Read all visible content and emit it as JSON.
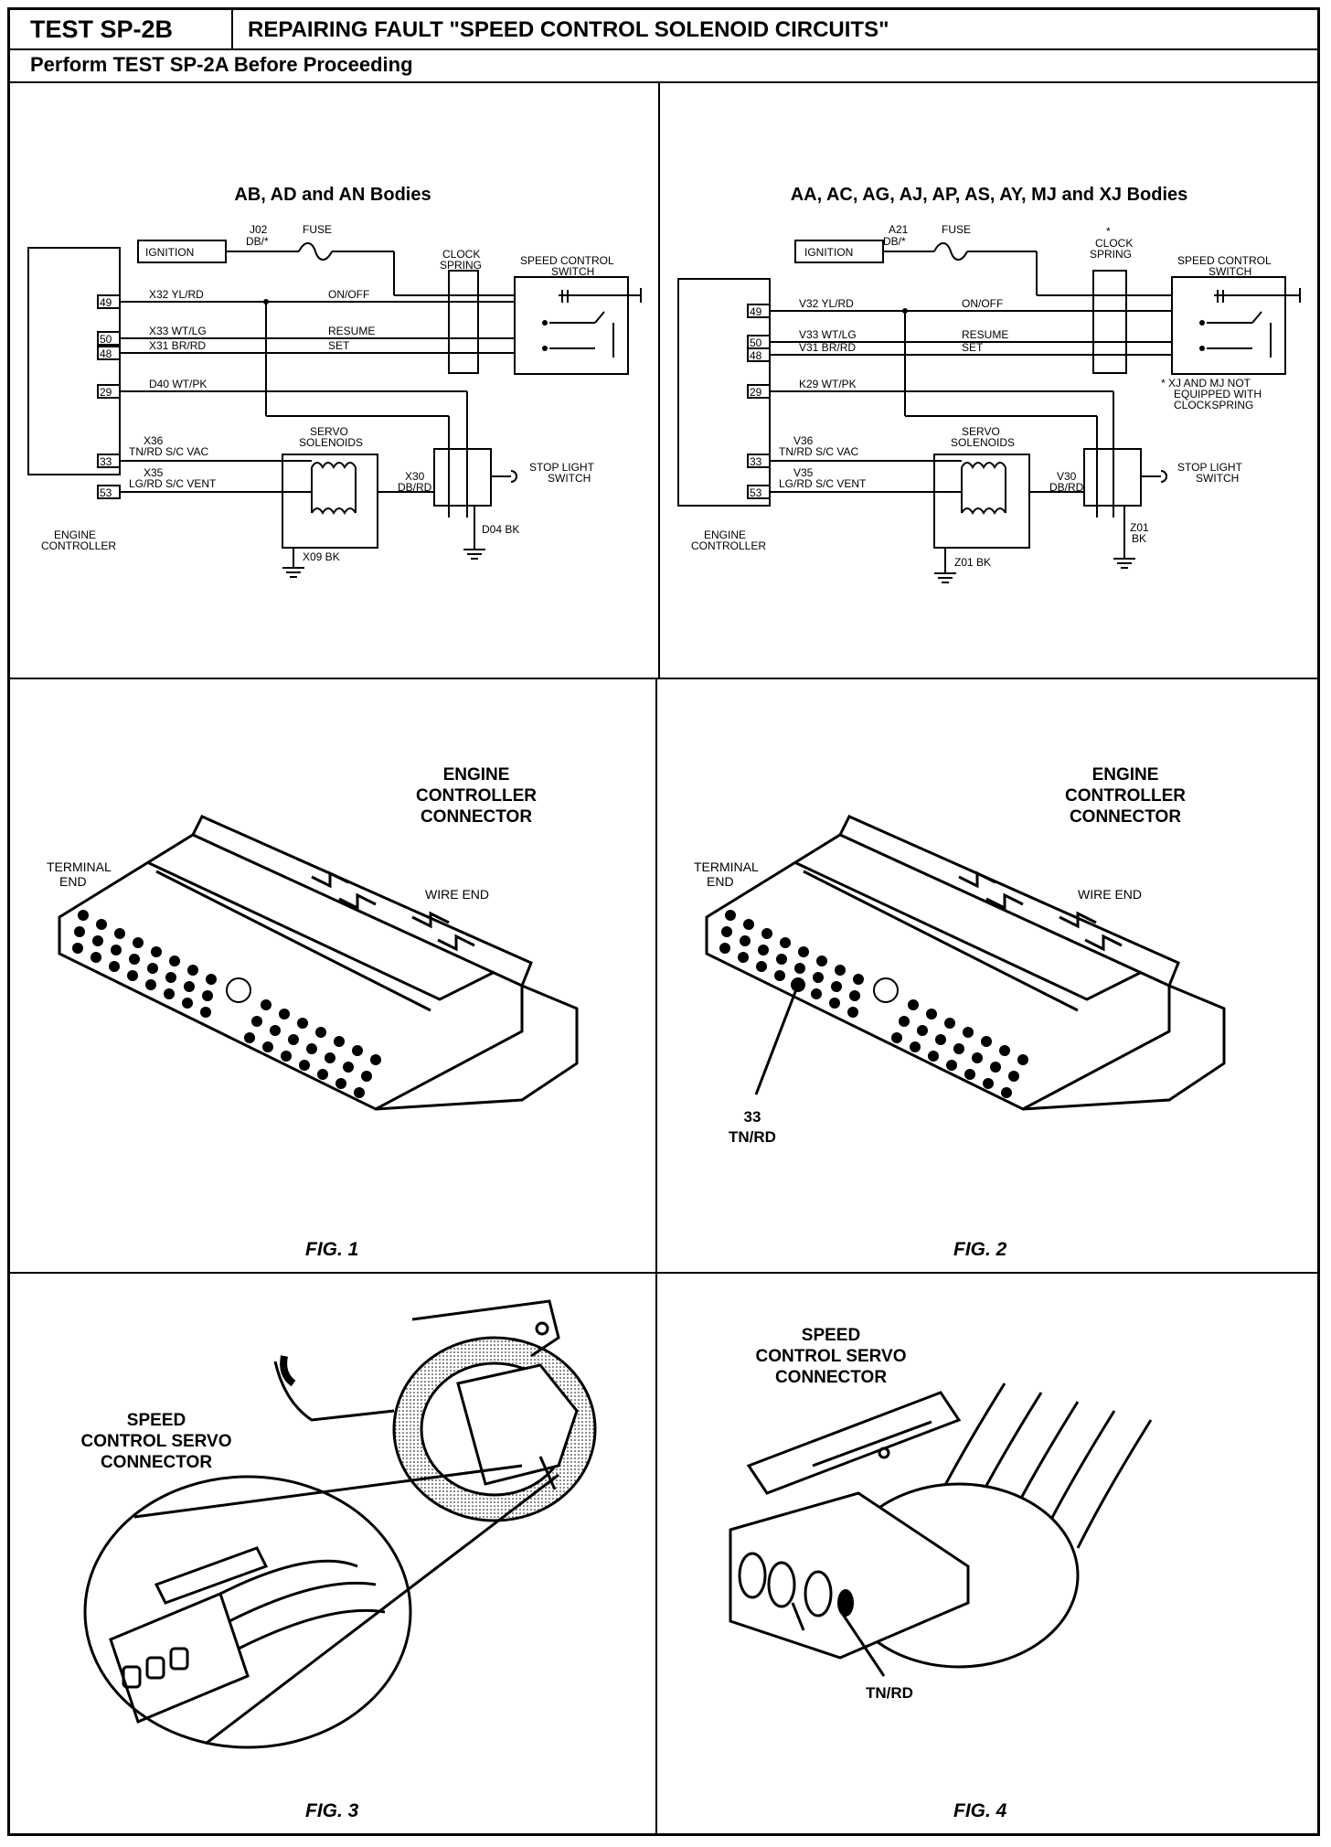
{
  "header": {
    "test_id": "TEST SP-2B",
    "title": "REPAIRING FAULT \"SPEED CONTROL SOLENOID CIRCUITS\"",
    "prerequisite": "Perform TEST SP-2A Before Proceeding"
  },
  "schematic_left": {
    "title": "AB, AD and AN Bodies",
    "ignition": "IGNITION",
    "fuse_wire": "J02",
    "fuse_wire_color": "DB/*",
    "fuse": "FUSE",
    "clockspring": [
      "CLOCK",
      "SPRING"
    ],
    "switch": [
      "SPEED CONTROL",
      "SWITCH"
    ],
    "pins": [
      "49",
      "50",
      "48",
      "29",
      "33",
      "53"
    ],
    "wires": [
      {
        "id": "X32 YL/RD",
        "fn": "ON/OFF"
      },
      {
        "id": "X33 WT/LG",
        "fn": "RESUME"
      },
      {
        "id": "X31 BR/RD",
        "fn": "SET"
      },
      {
        "id": "D40 WT/PK",
        "fn": ""
      }
    ],
    "vac_wire": [
      "X36",
      "TN/RD S/C VAC"
    ],
    "vent_wire": [
      "X35",
      "LG/RD S/C VENT"
    ],
    "servo": [
      "SERVO",
      "SOLENOIDS"
    ],
    "servo_ground": "X09 BK",
    "stop_wire": [
      "X30",
      "DB/RD"
    ],
    "stop_switch": [
      "STOP LIGHT",
      "SWITCH"
    ],
    "stop_ground": "D04 BK",
    "controller": [
      "ENGINE",
      "CONTROLLER"
    ]
  },
  "schematic_right": {
    "title": "AA, AC, AG, AJ, AP, AS, AY, MJ  and XJ Bodies",
    "ignition": "IGNITION",
    "fuse_wire": "A21",
    "fuse_wire_color": "DB/*",
    "fuse": "FUSE",
    "clockspring": [
      "*",
      "CLOCK",
      "SPRING"
    ],
    "switch": [
      "SPEED CONTROL",
      "SWITCH"
    ],
    "pins": [
      "49",
      "50",
      "48",
      "29",
      "33",
      "53"
    ],
    "wires": [
      {
        "id": "V32 YL/RD",
        "fn": "ON/OFF"
      },
      {
        "id": "V33 WT/LG",
        "fn": "RESUME"
      },
      {
        "id": "V31 BR/RD",
        "fn": "SET"
      },
      {
        "id": "K29 WT/PK",
        "fn": ""
      }
    ],
    "note": [
      "* XJ AND MJ NOT",
      "EQUIPPED WITH",
      "CLOCKSPRING"
    ],
    "vac_wire": [
      "V36",
      "TN/RD S/C VAC"
    ],
    "vent_wire": [
      "V35",
      "LG/RD S/C VENT"
    ],
    "servo": [
      "SERVO",
      "SOLENOIDS"
    ],
    "servo_ground": "Z01 BK",
    "stop_wire": [
      "V30",
      "DB/RD"
    ],
    "stop_switch": [
      "STOP LIGHT",
      "SWITCH"
    ],
    "stop_ground": [
      "Z01",
      "BK"
    ],
    "controller": [
      "ENGINE",
      "CONTROLLER"
    ]
  },
  "fig1": {
    "title": [
      "ENGINE",
      "CONTROLLER",
      "CONNECTOR"
    ],
    "terminal_end": [
      "TERMINAL",
      "END"
    ],
    "wire_end": "WIRE END",
    "caption": "FIG. 1"
  },
  "fig2": {
    "title": [
      "ENGINE",
      "CONTROLLER",
      "CONNECTOR"
    ],
    "terminal_end": [
      "TERMINAL",
      "END"
    ],
    "wire_end": "WIRE END",
    "pin_label": [
      "33",
      "TN/RD"
    ],
    "caption": "FIG. 2"
  },
  "fig3": {
    "title": [
      "SPEED",
      "CONTROL SERVO",
      "CONNECTOR"
    ],
    "caption": "FIG. 3"
  },
  "fig4": {
    "title": [
      "SPEED",
      "CONTROL SERVO",
      "CONNECTOR"
    ],
    "pin_label": "TN/RD",
    "caption": "FIG. 4"
  }
}
